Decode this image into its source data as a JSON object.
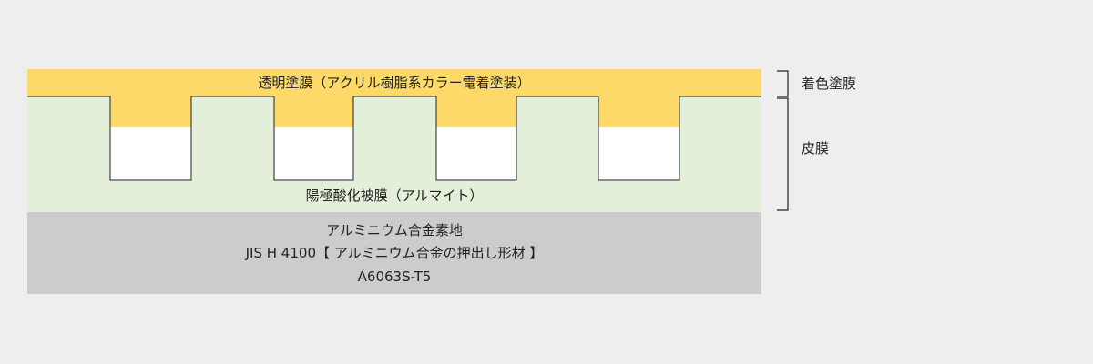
{
  "layers": {
    "coating_label": "透明塗膜（アクリル樹脂系カラー電着塗装）",
    "anodic_label": "陽極酸化被膜（アルマイト）",
    "substrate_lines": [
      "アルミニウム合金素地",
      "JIS H 4100【 アルミニウム合金の押出し形材 】",
      "A6063S-T5"
    ]
  },
  "brackets": {
    "colored_film_label": "着色塗膜",
    "film_label": "皮膜"
  },
  "colors": {
    "background": "#eeeeee",
    "coating": "#fdd96a",
    "anodic": "#e3efd8",
    "pore": "#ffffff",
    "substrate": "#cccccc",
    "outline": "#222222"
  }
}
